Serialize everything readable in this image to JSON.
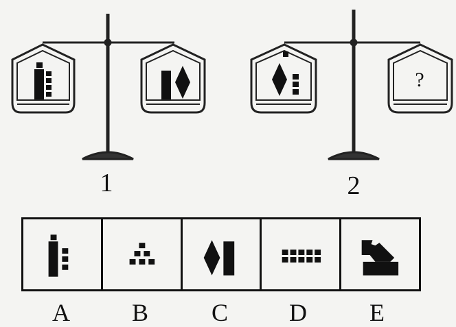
{
  "scales": [
    {
      "label": "1"
    },
    {
      "label": "2",
      "unknown_mark": "?"
    }
  ],
  "options": [
    {
      "letter": "A"
    },
    {
      "letter": "B"
    },
    {
      "letter": "C"
    },
    {
      "letter": "D"
    },
    {
      "letter": "E"
    }
  ]
}
